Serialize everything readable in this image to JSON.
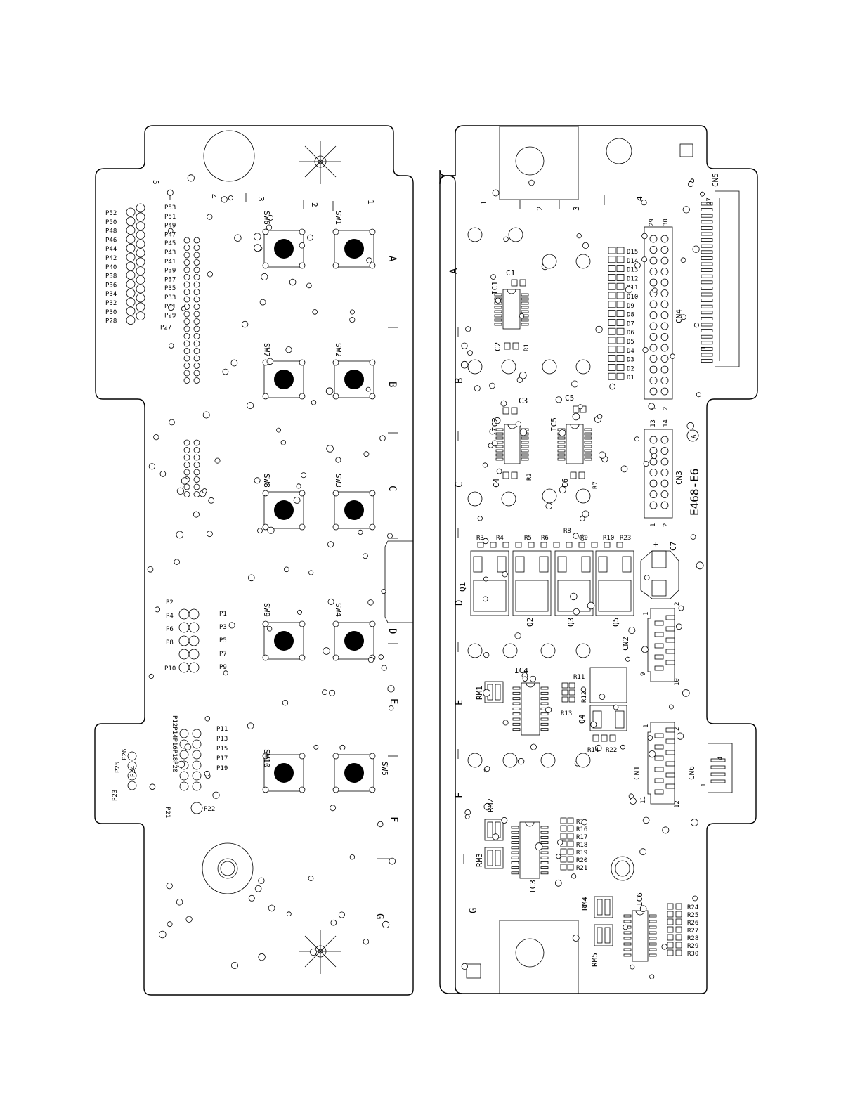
{
  "left_board": {
    "switches": [
      {
        "label": "SW6"
      },
      {
        "label": "SW1"
      },
      {
        "label": "SW7"
      },
      {
        "label": "SW2"
      },
      {
        "label": "SW8"
      },
      {
        "label": "SW3"
      },
      {
        "label": "SW9"
      },
      {
        "label": "SW4"
      },
      {
        "label": "SW10"
      },
      {
        "label": "SW5"
      }
    ],
    "row_letters": [
      "A",
      "B",
      "C",
      "D",
      "E",
      "F",
      "G"
    ],
    "edge_numbers": [
      "5",
      "4",
      "3",
      "2",
      "1"
    ],
    "pins_left_col": [
      "P52",
      "P50",
      "P48",
      "P46",
      "P44",
      "P42",
      "P40",
      "P38",
      "P36",
      "P34",
      "P32",
      "P30",
      "P28"
    ],
    "pins_right_col": [
      "P53",
      "P51",
      "P49",
      "P47",
      "P45",
      "P43",
      "P41",
      "P39",
      "P37",
      "P35",
      "P33",
      "P31",
      "P29",
      "P27"
    ],
    "pins_mid_left": [
      "P2",
      "P4",
      "P6",
      "P8",
      "P10"
    ],
    "pins_mid_right": [
      "P1",
      "P3",
      "P5",
      "P7",
      "P9"
    ],
    "pins_low_right": [
      "P11",
      "P13",
      "P15",
      "P17",
      "P19"
    ],
    "pins_low_rot": "P12P14P16P18P20",
    "pins_low_misc": [
      "P25",
      "P26",
      "P24",
      "P23",
      "P21",
      "P22"
    ]
  },
  "right_board": {
    "board_id": "E468-E6",
    "rev": "A",
    "row_letters": [
      "A",
      "B",
      "C",
      "D",
      "E",
      "F",
      "G"
    ],
    "edge_numbers": [
      "1",
      "2",
      "3",
      "4",
      "5"
    ],
    "leds": [
      "D15",
      "D14",
      "D13",
      "D12",
      "D11",
      "D10",
      "D9",
      "D8",
      "D7",
      "D6",
      "D5",
      "D4",
      "D3",
      "D2",
      "D1"
    ],
    "connectors": {
      "cn1": "CN1",
      "cn2": "CN2",
      "cn3": "CN3",
      "cn4": "CN4",
      "cn5": "CN5",
      "cn6": "CN6"
    },
    "cn4_pins": {
      "top_left": "29",
      "top_right": "30",
      "bot_left": "1",
      "bot_right": "2"
    },
    "cn3_pins": {
      "top_left": "13",
      "top_right": "14",
      "bot_left": "1",
      "bot_right": "2"
    },
    "cn2_pins": {
      "p1": "1",
      "p2": "2",
      "p9": "9",
      "p10": "10"
    },
    "cn1_pins": {
      "p1": "1",
      "p2": "2",
      "p11": "11",
      "p12": "12"
    },
    "cn5_pins": {
      "p27": "27",
      "p1": "1"
    },
    "cn6_pins": {
      "p4": "4",
      "p1": "1"
    },
    "ics": [
      "IC1",
      "IC2",
      "IC5",
      "IC4",
      "IC3",
      "IC6"
    ],
    "caps": [
      "C1",
      "C2",
      "C3",
      "C5",
      "C4",
      "C6",
      "C7"
    ],
    "resistors_row": [
      "R3",
      "R4",
      "R5",
      "R6",
      "R8",
      "R9",
      "R10",
      "R23"
    ],
    "r_misc": [
      "R1",
      "R2",
      "R7",
      "R11",
      "R12",
      "R13",
      "R14",
      "R22"
    ],
    "r_stack1": [
      "R15",
      "R16",
      "R17",
      "R18",
      "R19",
      "R20",
      "R21"
    ],
    "r_stack2": [
      "R24",
      "R25",
      "R26",
      "R27",
      "R28",
      "R29",
      "R30"
    ],
    "transistors": [
      "Q1",
      "Q2",
      "Q3",
      "Q5",
      "Q4"
    ],
    "arrays": [
      "RM1",
      "RM2",
      "RM3",
      "RM4",
      "RM5"
    ],
    "plus": "+"
  }
}
